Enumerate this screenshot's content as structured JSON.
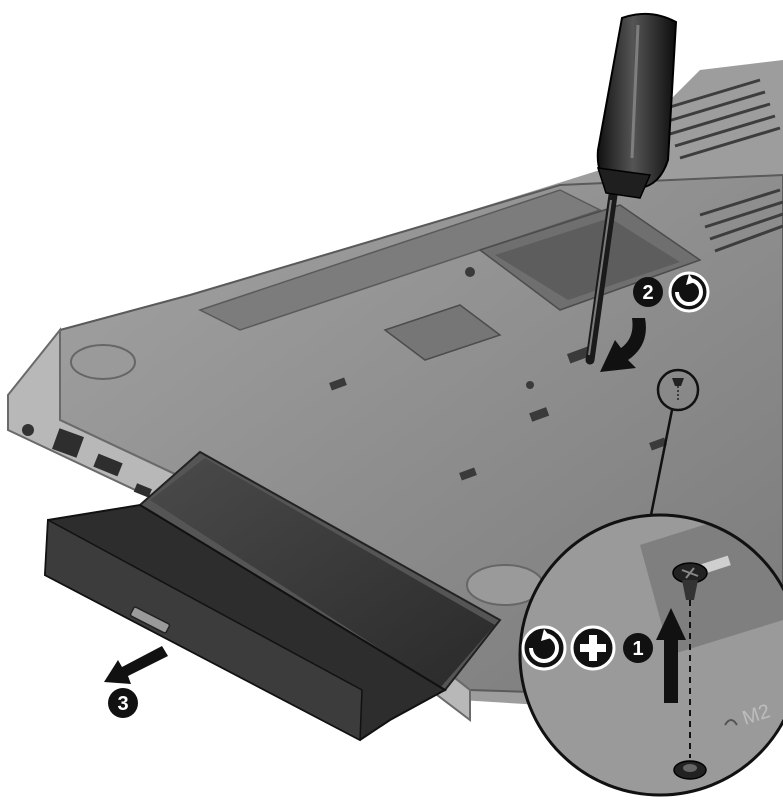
{
  "steps": {
    "step1": {
      "label": "1"
    },
    "step2": {
      "label": "2"
    },
    "step3": {
      "label": "3"
    }
  },
  "inset": {
    "screw_mark_text": "M2"
  },
  "icons": [
    "screwdriver-icon",
    "rotate-counterclockwise-icon",
    "phillips-screw-icon",
    "up-arrow-icon",
    "drive-eject-arrow-icon"
  ],
  "colors": {
    "laptop_body": "#8c8c8c",
    "laptop_shadow": "#6e6e6e",
    "drive": "#3a3a3a",
    "badge": "#111111",
    "background": "#ffffff"
  }
}
